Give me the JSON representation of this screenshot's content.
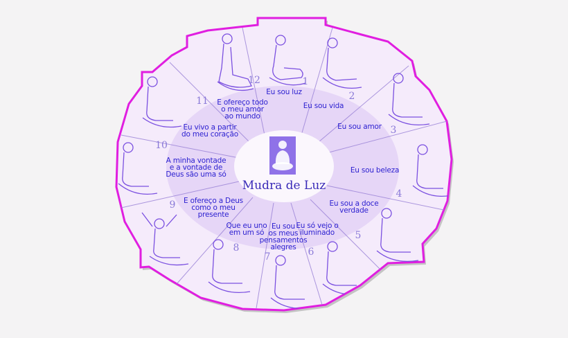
{
  "diagram": {
    "title": "Mudra de Luz",
    "colors": {
      "frame_border": "#e01ee0",
      "outer_fill": "#f5ebfb",
      "inner_ring_fill": "#e6d6f7",
      "center_fill": "#fbf7fd",
      "label_text": "#2b1fd0",
      "number_text": "#8a7ad8",
      "figure_stroke": "#7a4fe0",
      "logo_fill": "#8f72e8"
    },
    "segments": [
      {
        "number": "1",
        "affirmation": "Eu sou luz"
      },
      {
        "number": "2",
        "affirmation": "Eu sou vida"
      },
      {
        "number": "3",
        "affirmation": "Eu sou amor"
      },
      {
        "number": "4",
        "affirmation": "Eu sou beleza"
      },
      {
        "number": "5",
        "affirmation": "Eu sou a doce\nverdade"
      },
      {
        "number": "6",
        "affirmation": "Eu só vejo o\niluminado"
      },
      {
        "number": "7",
        "affirmation": "Eu sou\nos meus\npensamentos\nalegres"
      },
      {
        "number": "8",
        "affirmation": "Que eu uno\nem um só"
      },
      {
        "number": "9",
        "affirmation": "E ofereço a Deus\ncomo o meu\npresente"
      },
      {
        "number": "10",
        "affirmation": "A minha vontade\ne a vontade de\nDeus são uma só"
      },
      {
        "number": "11",
        "affirmation": "Eu vivo a partir\ndo meu coração"
      },
      {
        "number": "12",
        "affirmation": "E ofereço todo\no meu amor\nao mundo"
      }
    ]
  }
}
